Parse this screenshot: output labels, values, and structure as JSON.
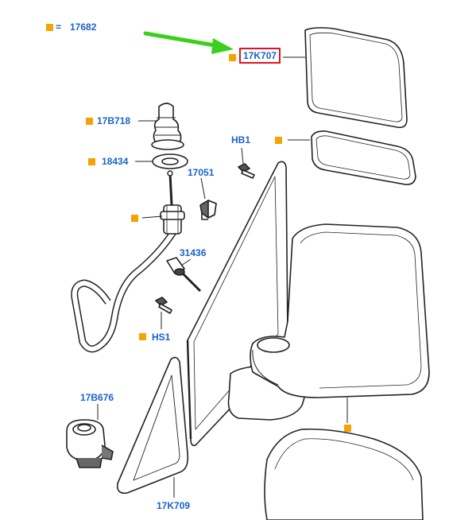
{
  "legend": {
    "symbol": "=",
    "part": "17682"
  },
  "colors": {
    "label": "#1a63c6",
    "marker": "#f5a300",
    "highlight": "#e0141e",
    "arrow": "#3ccf1e",
    "line": "#222222"
  },
  "labels": {
    "glass": "17K707",
    "boot": "17B718",
    "grommet": "18434",
    "clip": "17051",
    "bolt_hb1": "HB1",
    "stud": "31436",
    "bolt_hs1": "HS1",
    "knob": "17B676",
    "trim": "17K709"
  },
  "highlighted_part": "17K707"
}
